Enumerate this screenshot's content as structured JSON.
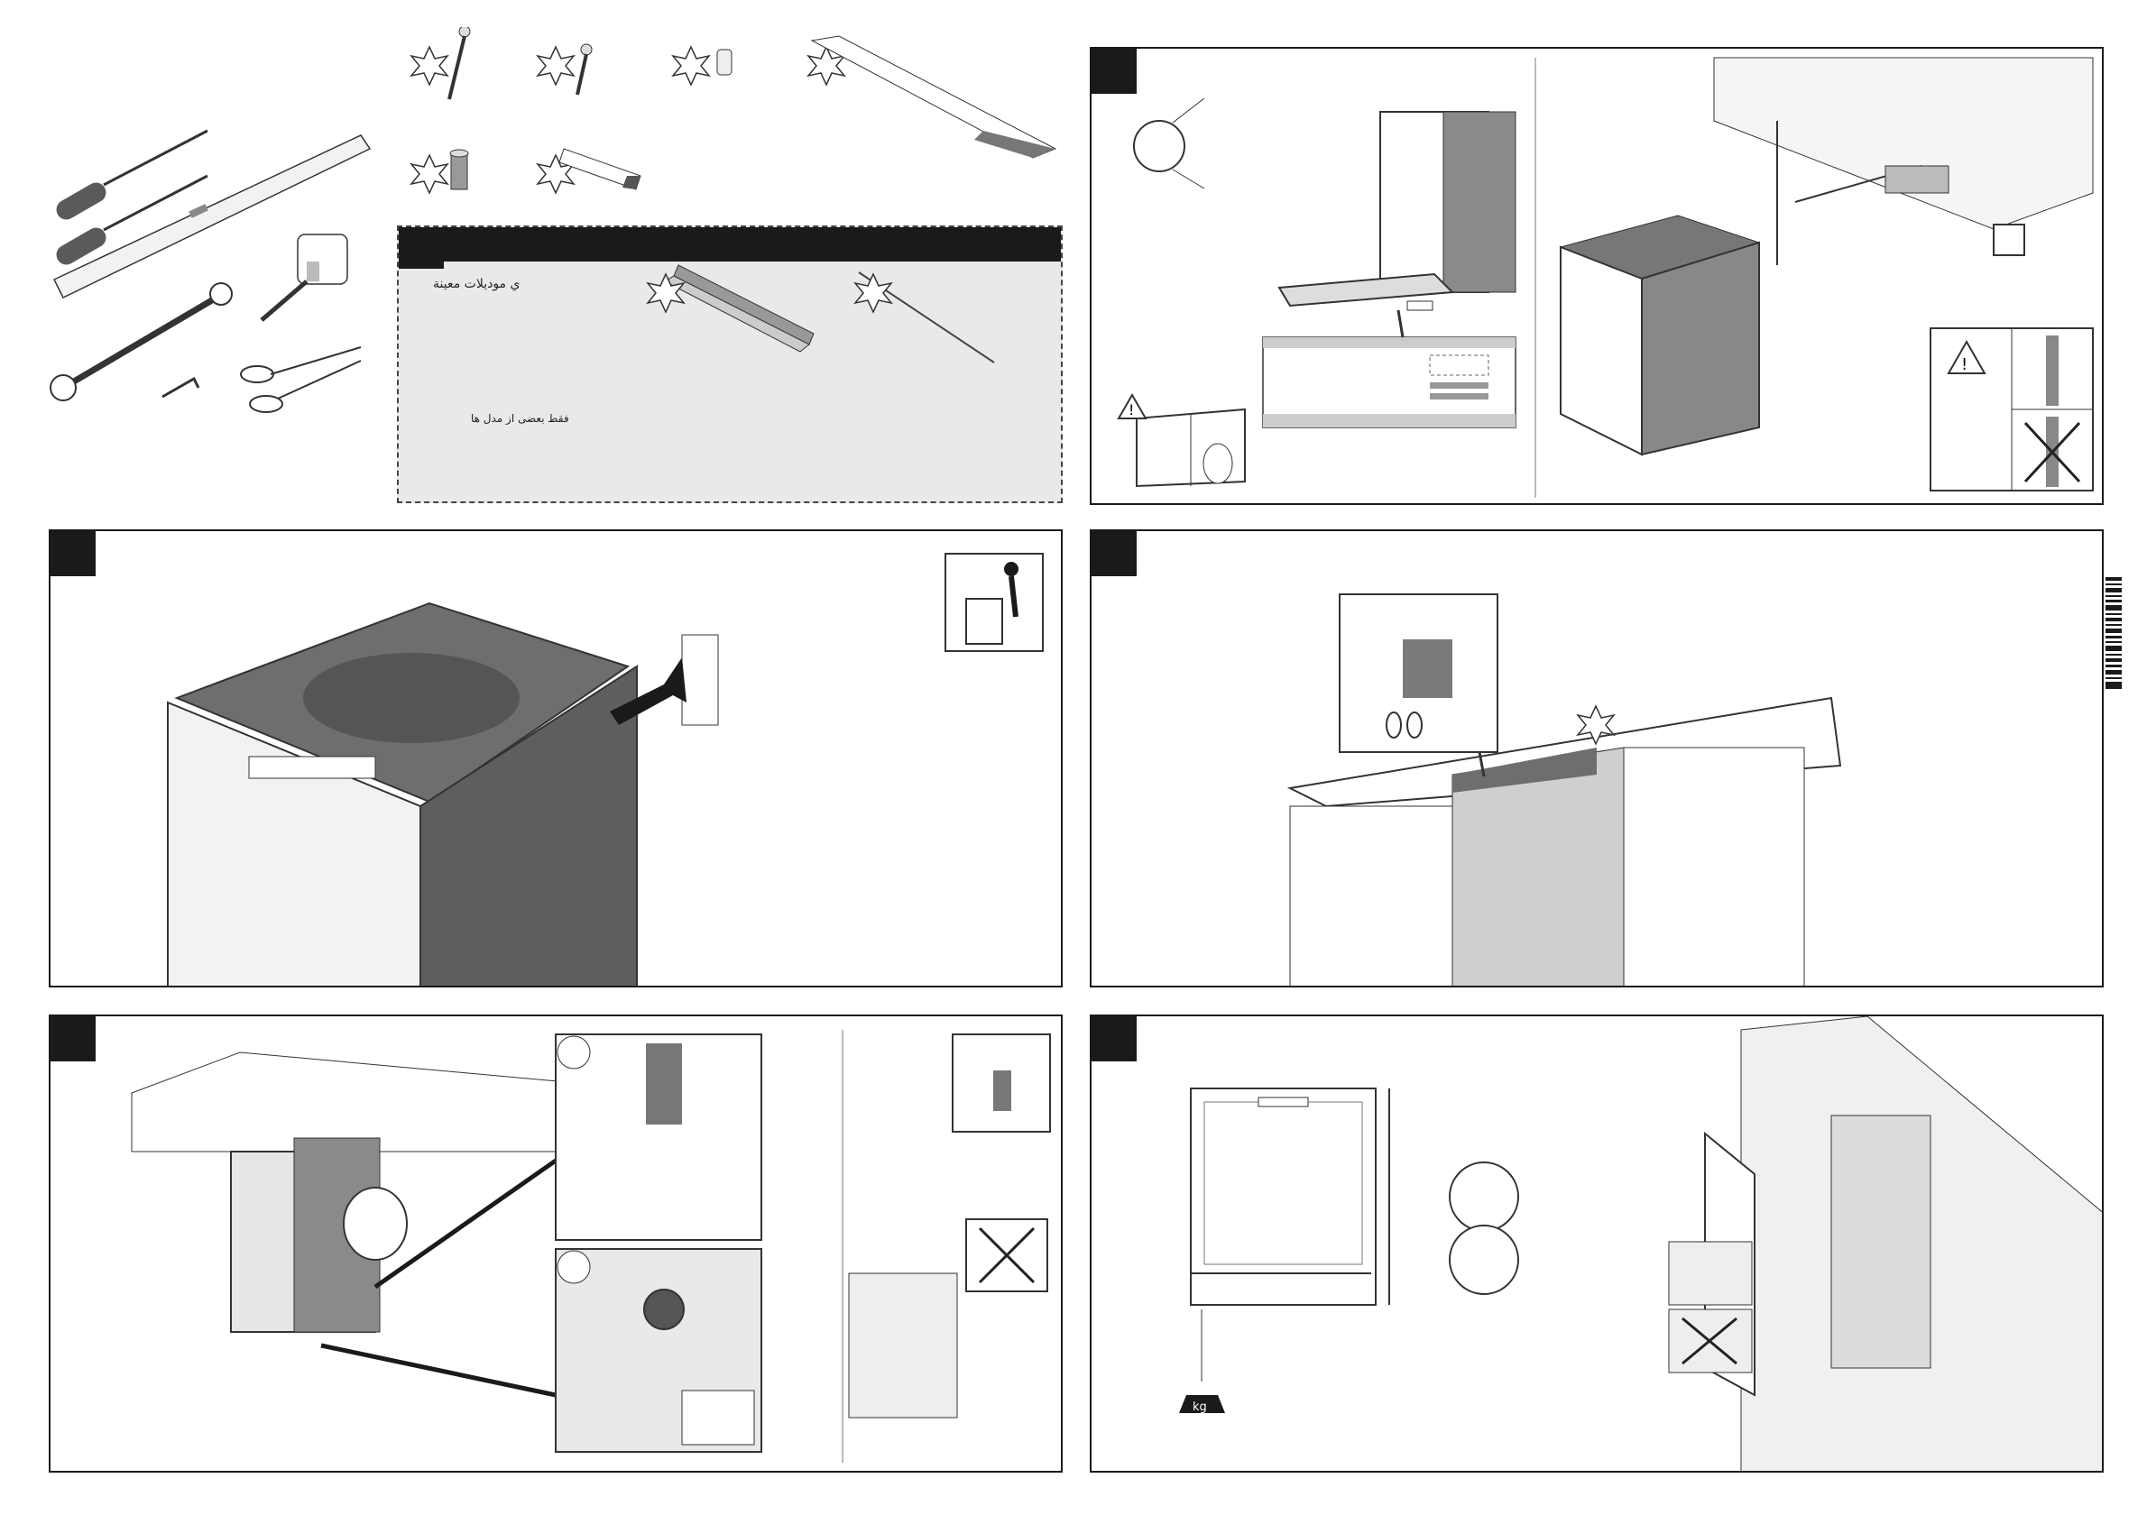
{
  "tools": {
    "items": [
      "screwdriver-flat",
      "screwdriver-phillips",
      "spirit-level",
      "tape-measure",
      "wrench",
      "allen-key",
      "scissors",
      "socket"
    ]
  },
  "parts": {
    "items": [
      "long-screw",
      "short-screw",
      "spacer-sleeve",
      "protective-strip",
      "adjustable-foot",
      "mounting-bracket"
    ]
  },
  "optional_box": {
    "line1": "ي موديلات معينة",
    "line2": "فقط بعضی از مدل ها"
  },
  "label_weight": "kg",
  "colors": {
    "panel_border": "#1a1a1a",
    "optional_bg": "#e9e9e9",
    "appliance_gray": "#6e6e6e"
  }
}
